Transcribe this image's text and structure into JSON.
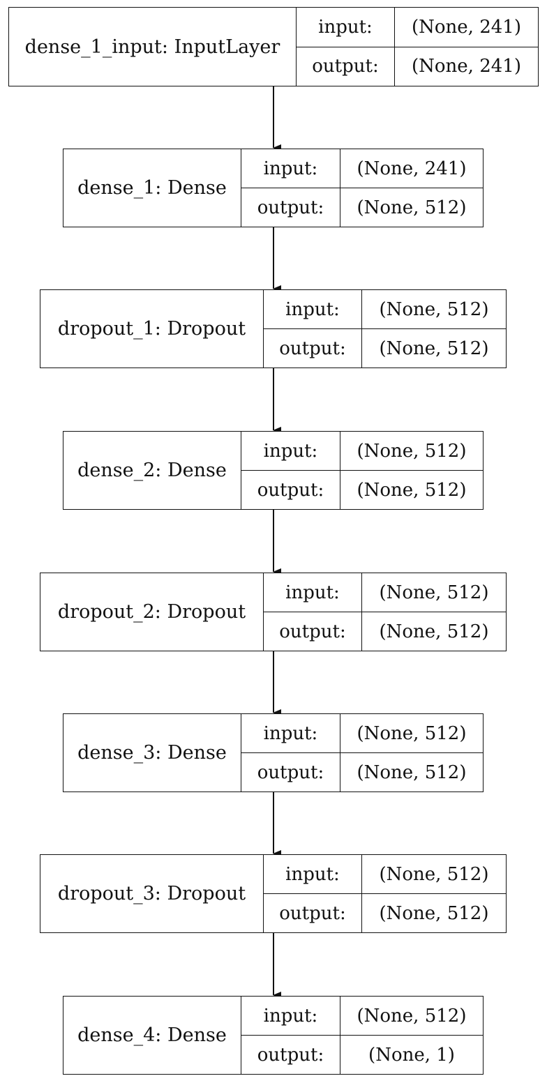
{
  "colors": {
    "stroke": "#111111",
    "background": "#ffffff"
  },
  "io_labels": {
    "input": "input:",
    "output": "output:"
  },
  "layers": [
    {
      "name": "dense_1_input: InputLayer",
      "input": "(None, 241)",
      "output": "(None, 241)"
    },
    {
      "name": "dense_1: Dense",
      "input": "(None, 241)",
      "output": "(None, 512)"
    },
    {
      "name": "dropout_1: Dropout",
      "input": "(None, 512)",
      "output": "(None, 512)"
    },
    {
      "name": "dense_2: Dense",
      "input": "(None, 512)",
      "output": "(None, 512)"
    },
    {
      "name": "dropout_2: Dropout",
      "input": "(None, 512)",
      "output": "(None, 512)"
    },
    {
      "name": "dense_3: Dense",
      "input": "(None, 512)",
      "output": "(None, 512)"
    },
    {
      "name": "dropout_3: Dropout",
      "input": "(None, 512)",
      "output": "(None, 512)"
    },
    {
      "name": "dense_4: Dense",
      "input": "(None, 512)",
      "output": "(None, 1)"
    }
  ]
}
